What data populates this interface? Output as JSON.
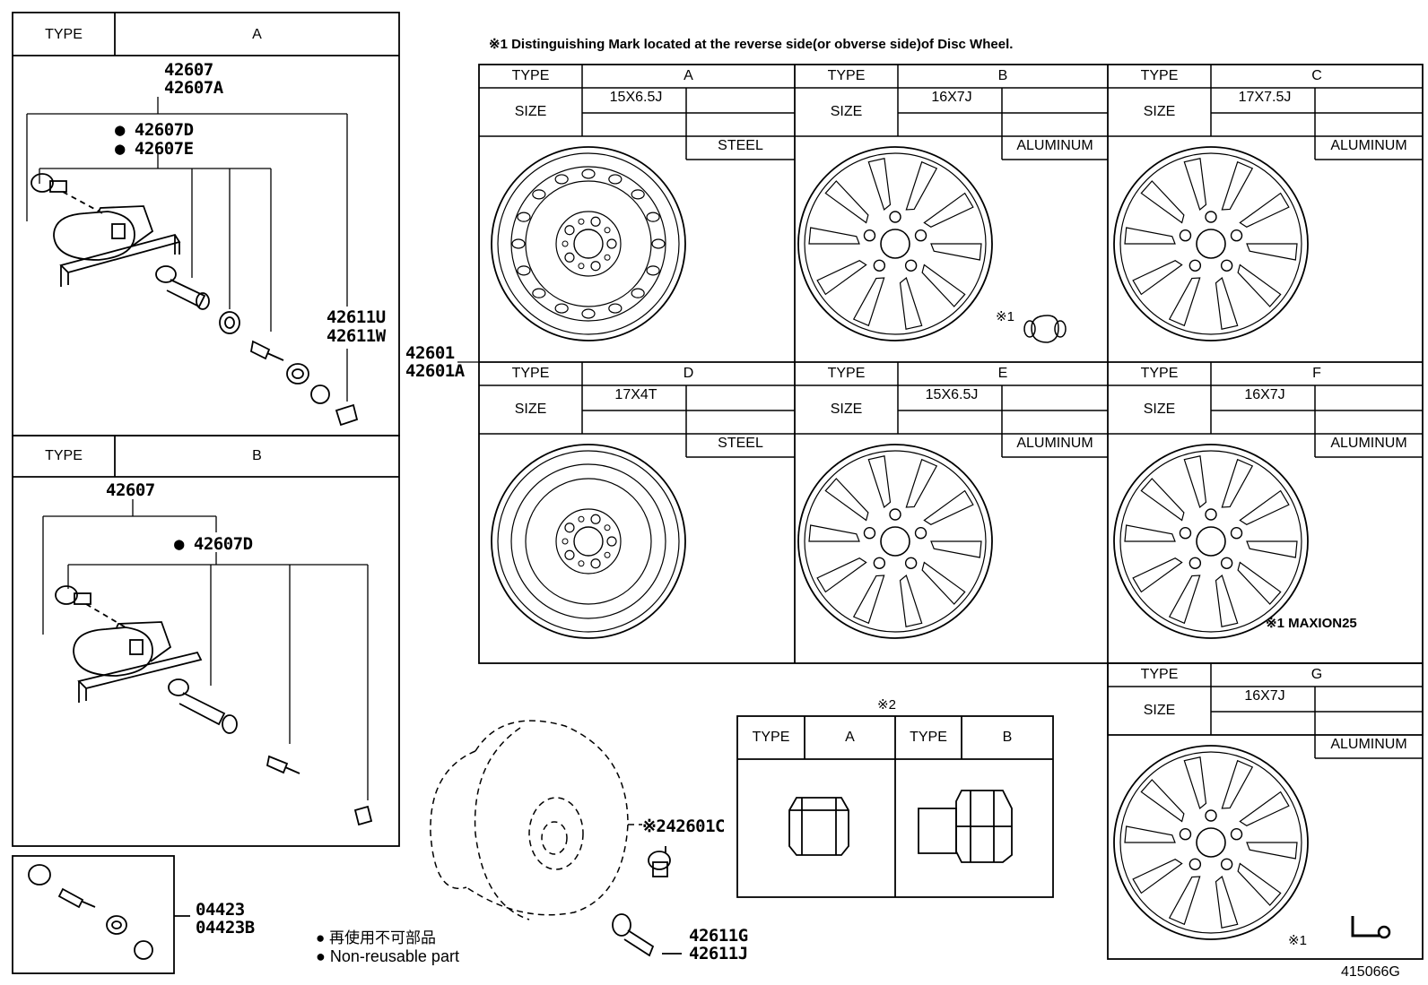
{
  "top_note": "※1 Distinguishing Mark located at the reverse side(or obverse side)of Disc Wheel.",
  "labels": {
    "type": "TYPE",
    "size": "SIZE"
  },
  "sensor_a": {
    "type_value": "A",
    "part_main_1": "42607",
    "part_main_2": "42607A",
    "part_d": "42607D",
    "part_e": "42607E",
    "part_side_1": "42611U",
    "part_side_2": "42611W"
  },
  "sensor_b": {
    "type_value": "B",
    "part_main": "42607",
    "part_d": "42607D"
  },
  "kit": {
    "part_1": "04423",
    "part_2": "04423B"
  },
  "wheel_ref": {
    "part_1": "42601",
    "part_2": "42601A"
  },
  "wheels": [
    {
      "type": "A",
      "size": "15X6.5J",
      "material": "STEEL",
      "mark": ""
    },
    {
      "type": "B",
      "size": "16X7J",
      "material": "ALUMINUM",
      "mark": "※1"
    },
    {
      "type": "C",
      "size": "17X7.5J",
      "material": "ALUMINUM",
      "mark": ""
    },
    {
      "type": "D",
      "size": "17X4T",
      "material": "STEEL",
      "mark": ""
    },
    {
      "type": "E",
      "size": "15X6.5J",
      "material": "ALUMINUM",
      "mark": ""
    },
    {
      "type": "F",
      "size": "16X7J",
      "material": "ALUMINUM",
      "mark": "※1 MAXION25"
    },
    {
      "type": "G",
      "size": "16X7J",
      "material": "ALUMINUM",
      "mark": "※1"
    }
  ],
  "nut_box": {
    "header": "※2",
    "type_a": "A",
    "type_b": "B"
  },
  "nut_part": "※242601C",
  "valve_part_1": "42611G",
  "valve_part_2": "42611J",
  "legend": {
    "line_1": "● 再使用不可部品",
    "line_2": "● Non-reusable part"
  },
  "diagram_id": "415066G"
}
